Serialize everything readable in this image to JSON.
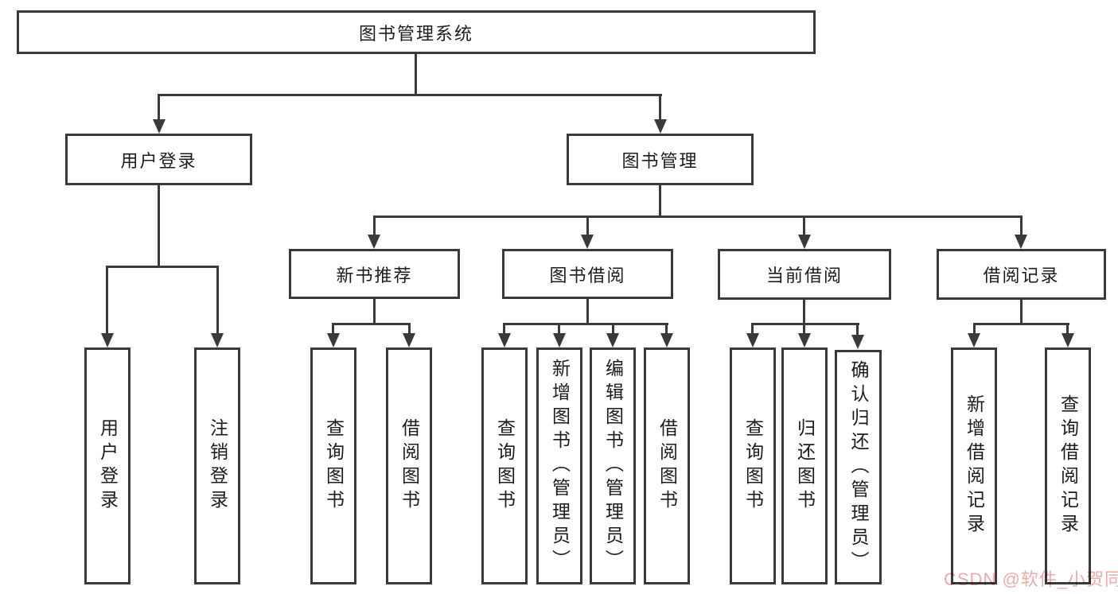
{
  "diagram_title": "图书管理系统",
  "nodes": {
    "root": {
      "label": "图书管理系统"
    },
    "userLogin": {
      "label": "用户登录"
    },
    "bookMgmt": {
      "label": "图书管理"
    },
    "newBookRec": {
      "label": "新书推荐"
    },
    "bookBorrow": {
      "label": "图书借阅"
    },
    "currentBorrow": {
      "label": "当前借阅"
    },
    "borrowRecords": {
      "label": "借阅记录"
    },
    "leafUserLogin": {
      "label": "用户登录"
    },
    "leafLogout": {
      "label": "注销登录"
    },
    "nbrQueryBooks": {
      "label": "查询图书"
    },
    "nbrBorrowBooks": {
      "label": "借阅图书"
    },
    "bbQueryBooks": {
      "label": "查询图书"
    },
    "bbAddBooks": {
      "label": "新增图书（管理员）"
    },
    "bbEditBooks": {
      "label": "编辑图书（管理员）"
    },
    "bbBorrowBooks": {
      "label": "借阅图书"
    },
    "cbQueryBooks": {
      "label": "查询图书"
    },
    "cbReturnBooks": {
      "label": "归还图书"
    },
    "cbConfirmReturn": {
      "label": "确认归还（管理员）"
    },
    "brAddRecord": {
      "label": "新增借阅记录"
    },
    "brQueryRecord": {
      "label": "查询借阅记录"
    }
  },
  "watermark": {
    "text": "CSDN @软件_小贺同学",
    "color": "#eeaaa6"
  },
  "colors": {
    "line": "#3a3a3a",
    "background": "#ffffff",
    "text": "#1c1c1c"
  }
}
